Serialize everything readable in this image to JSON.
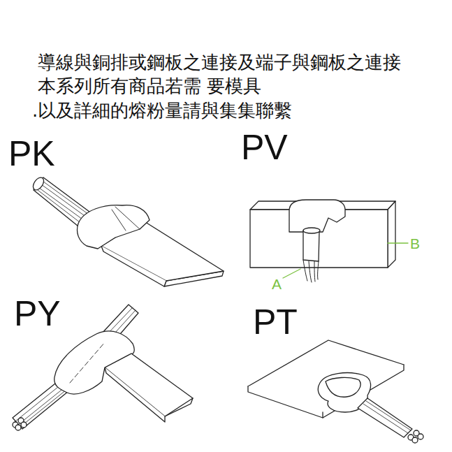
{
  "diagram": {
    "labels": [
      "導線與銅排或鋼板之連接及端子與鋼板之連接",
      "本系列所有商品若需 要模具",
      ".以及詳細的熔粉量請與集集聯繫",
      "PK",
      "PV",
      "PY",
      "PT",
      "A",
      "B"
    ]
  }
}
